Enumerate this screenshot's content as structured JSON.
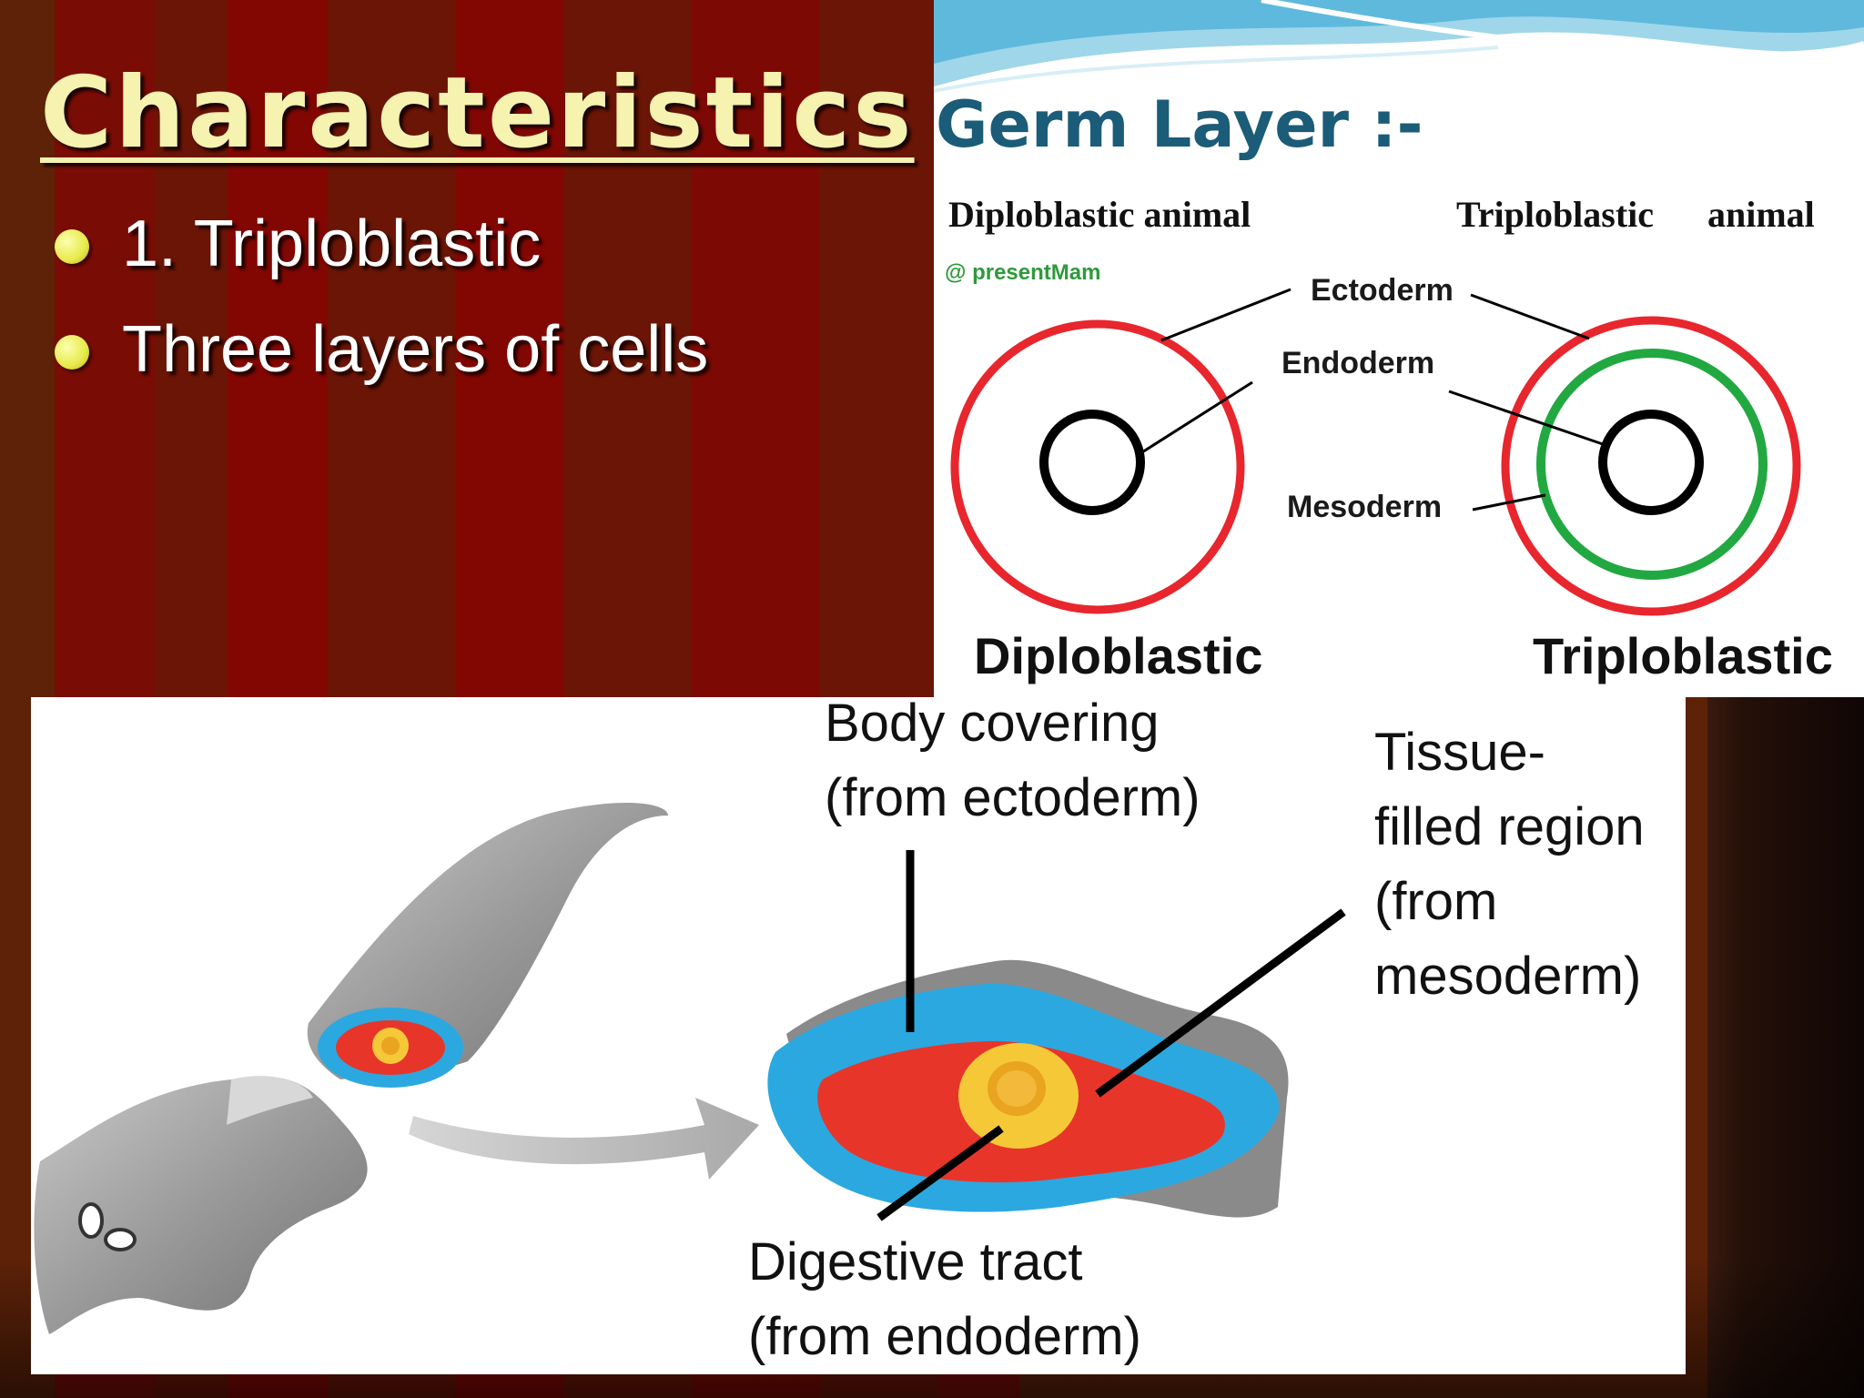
{
  "slide": {
    "title": "Characteristics",
    "bullets": [
      "1. Triploblastic",
      "Three layers of cells"
    ]
  },
  "germ_layer_figure": {
    "title": "Germ Layer :-",
    "diploblastic_header": "Diploblastic animal",
    "triploblastic_header_a": "Triploblastic",
    "triploblastic_header_b": "animal",
    "watermark": "@ presentMam",
    "labels": {
      "ectoderm": "Ectoderm",
      "endoderm": "Endoderm",
      "mesoderm": "Mesoderm"
    },
    "diploblastic_caption": "Diploblastic",
    "triploblastic_caption": "Triploblastic",
    "colors": {
      "ectoderm": "#e8262d",
      "mesoderm": "#22a840",
      "endoderm": "#000000"
    }
  },
  "body_plan_figure": {
    "body_covering": [
      "Body covering",
      "(from ectoderm)"
    ],
    "tissue_region": [
      "Tissue-",
      "filled region",
      "(from",
      "mesoderm)"
    ],
    "digestive_tract": [
      "Digestive tract",
      "(from endoderm)"
    ],
    "colors": {
      "ectoderm": "#2ba8e0",
      "mesoderm": "#e8352a",
      "endoderm": "#f5c838",
      "body": "#9a9a9a"
    }
  }
}
